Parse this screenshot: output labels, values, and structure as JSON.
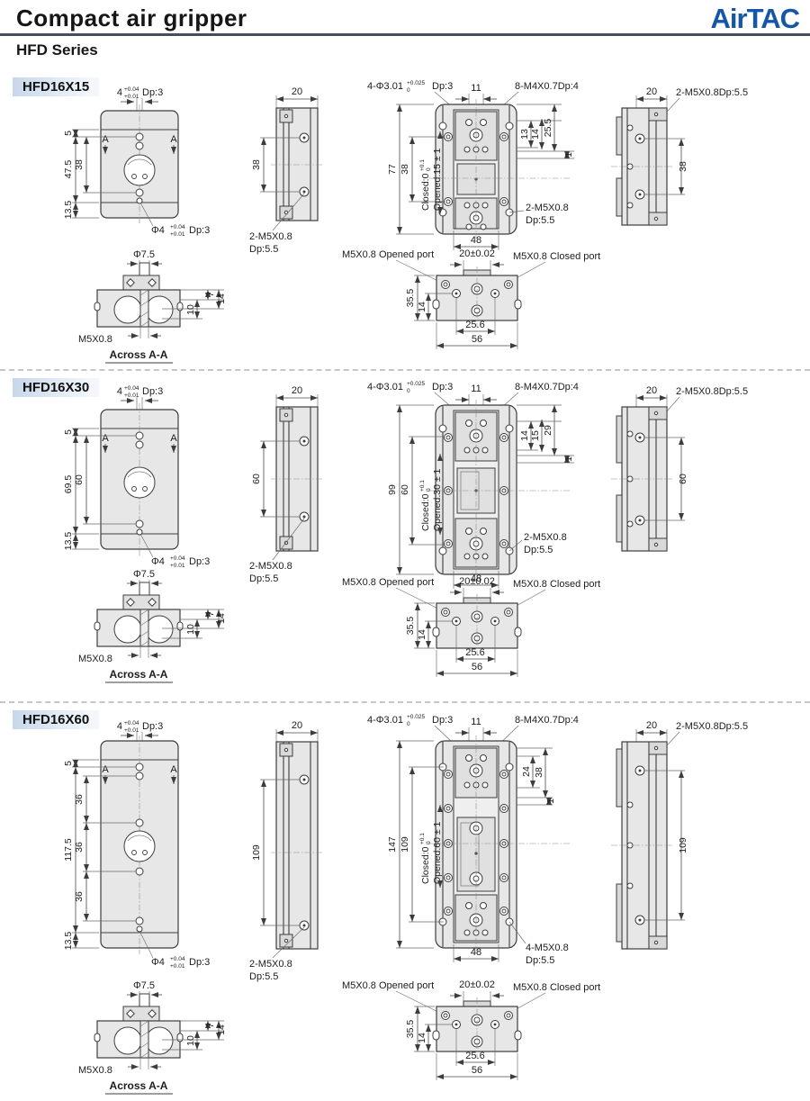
{
  "header": {
    "title": "Compact air gripper",
    "series": "HFD Series",
    "logo": "AirTAC"
  },
  "shared": {
    "front": {
      "top_val": "4",
      "top_tol_u": "+0.04",
      "top_tol_l": "+0.01",
      "top_dp": "Dp:3",
      "d5": "5",
      "d135": "13.5",
      "a": "A",
      "hole_val": "Φ4",
      "hole_tol_u": "+0.04",
      "hole_tol_l": "+0.01",
      "hole_dp": "Dp:3"
    },
    "side": {
      "d20": "20",
      "thread": "2-M5X0.8",
      "dp": "Dp:5.5"
    },
    "body": {
      "holes_val": "4-Φ3.01",
      "holes_tol_u": "+0.025",
      "holes_tol_l": "0",
      "holes_dp": "Dp:3",
      "d11": "11",
      "thread_top": "8-M4X0.7Dp:4",
      "closed": "Closed:0",
      "closed_tol_u": "+0.1",
      "closed_tol_l": "0",
      "d1": "1",
      "d48": "48",
      "dp": "Dp:5.5"
    },
    "side2": {
      "d20": "20",
      "thread": "2-M5X0.8Dp:5.5"
    },
    "across": {
      "dia": "Φ7.5",
      "d7": "7",
      "d10": "10",
      "d14": "14",
      "thread": "M5X0.8",
      "caption": "Across A-A"
    },
    "ports": {
      "opened": "M5X0.8 Opened port",
      "d20": "20±0.02",
      "closed": "M5X0.8 Closed port",
      "d355": "35.5",
      "d14": "14",
      "d256": "25.6",
      "d56": "56"
    }
  },
  "sections": [
    {
      "label": "HFD16X15",
      "front_total": "47.5",
      "front_inner": "38",
      "side_dim": "38",
      "body_total": "77",
      "body_inner": "38",
      "opened": "Opened:15 ± 1",
      "r1": "13",
      "r2": "14",
      "r3": "25.5",
      "thread_bottom": "2-M5X0.8",
      "side2_dim": "38"
    },
    {
      "label": "HFD16X30",
      "front_total": "69.5",
      "front_inner": "60",
      "side_dim": "60",
      "body_total": "99",
      "body_inner": "60",
      "opened": "Opened:30 ± 1",
      "r1": "14",
      "r2": "15",
      "r3": "29",
      "thread_bottom": "2-M5X0.8",
      "side2_dim": "60"
    },
    {
      "label": "HFD16X60",
      "front_total": "117.5",
      "front_seg": "36",
      "side_dim": "109",
      "body_total": "147",
      "body_inner": "109",
      "opened": "Opened:60 ± 1",
      "r1": "24",
      "r2": "38",
      "thread_bottom": "4-M5X0.8",
      "side2_dim": "109"
    }
  ]
}
